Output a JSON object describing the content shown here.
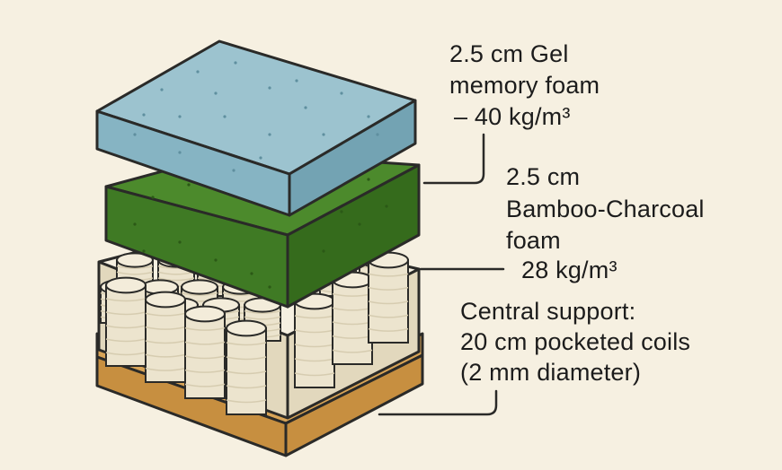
{
  "labels": {
    "gel_foam": {
      "line1": "2.5 cm Gel",
      "line2": "memory foam",
      "line3": "– 40 kg/m³"
    },
    "bamboo_foam": {
      "line1": "2.5 cm",
      "line2": "Bamboo-Charcoal",
      "line3": "foam",
      "line4": "28 kg/m³"
    },
    "support": {
      "line1": "Central support:",
      "line2": "20 cm pocketed coils",
      "line3": "(2 mm diameter)"
    }
  },
  "colors": {
    "background": "#f6f0e1",
    "gel_top": "#9cc3cf",
    "gel_side": "#7faebd",
    "bamboo_top": "#4c8a2c",
    "bamboo_side": "#3a7320",
    "coil": "#ece4ce",
    "coil_shade": "#d6ccb0",
    "base": "#d8a457",
    "base_side": "#c78f40",
    "outline": "#2a2a28"
  }
}
